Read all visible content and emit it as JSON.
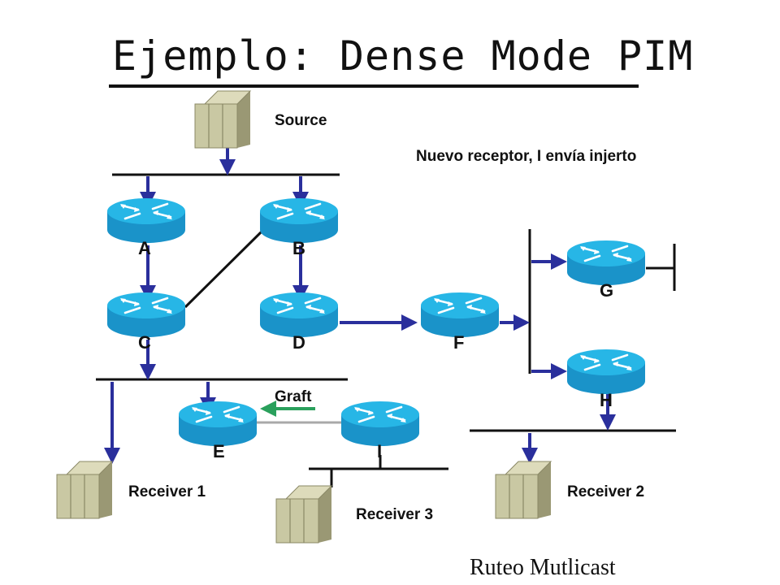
{
  "title": "Ejemplo: Dense Mode PIM",
  "caption": "Nuevo receptor, I envía injerto",
  "footer": "Ruteo Mutlicast",
  "hosts": {
    "source": "Source",
    "receiver_1": "Receiver 1",
    "receiver_2": "Receiver 2",
    "receiver_3": "Receiver 3"
  },
  "routers": {
    "A": "A",
    "B": "B",
    "C": "C",
    "D": "D",
    "E": "E",
    "F": "F",
    "G": "G",
    "H": "H",
    "I": "I"
  },
  "graft_label": "Graft",
  "colors": {
    "router": "#19a6d9",
    "router_rim": "#0a78b0",
    "host": "#c9c8a3",
    "arrow": "#2a2f9c",
    "graft_arrow": "#2aa05c",
    "link": "#111111"
  }
}
